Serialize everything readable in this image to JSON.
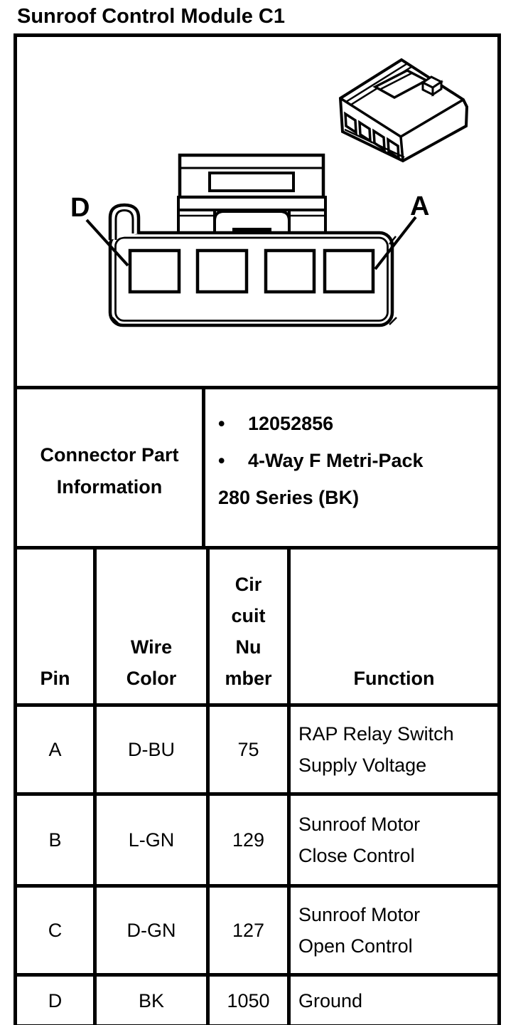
{
  "title": "Sunroof Control Module C1",
  "diagram": {
    "description": "4-way connector face view with isometric housing view",
    "label_d": "D",
    "label_a": "A",
    "line_color": "#000000",
    "background": "#ffffff"
  },
  "part_info": {
    "header": "Connector Part\nInformation",
    "bullet_char": "•",
    "bullets": [
      "12052856",
      "4-Way F Metri-Pack"
    ],
    "continuation": "280 Series (BK)"
  },
  "pin_table": {
    "headers": {
      "pin": "Pin",
      "wire_color": "Wire\nColor",
      "circuit_number": "Cir\ncuit\nNu\nmber",
      "function": "Function"
    },
    "rows": [
      {
        "pin": "A",
        "wire_color": "D-BU",
        "circuit_number": "75",
        "function": "RAP Relay Switch\nSupply Voltage"
      },
      {
        "pin": "B",
        "wire_color": "L-GN",
        "circuit_number": "129",
        "function": "Sunroof Motor\nClose Control"
      },
      {
        "pin": "C",
        "wire_color": "D-GN",
        "circuit_number": "127",
        "function": "Sunroof Motor\nOpen Control"
      },
      {
        "pin": "D",
        "wire_color": "BK",
        "circuit_number": "1050",
        "function": "Ground"
      }
    ]
  }
}
